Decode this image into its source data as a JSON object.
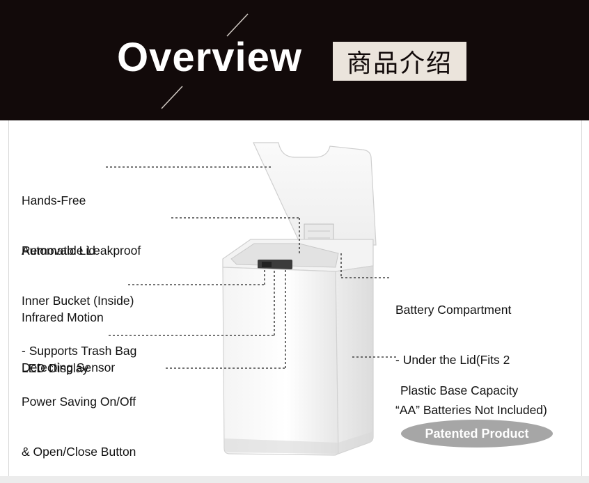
{
  "header": {
    "title": "Overview",
    "subtitle_cn": "商品介绍",
    "background_color": "#120a0a",
    "badge_background": "#ebe4dc"
  },
  "callouts_left": [
    {
      "id": "lid",
      "lines": [
        "Hands-Free",
        "Automatic Lid"
      ]
    },
    {
      "id": "bucket",
      "lines": [
        "Removable Leakproof",
        "Inner Bucket (Inside)",
        "- Supports Trash Bag"
      ]
    },
    {
      "id": "sensor",
      "lines": [
        "Infrared Motion",
        "Detecting Sensor"
      ]
    },
    {
      "id": "led",
      "lines": [
        "LED Display"
      ]
    },
    {
      "id": "power",
      "lines": [
        "Power Saving On/Off",
        "& Open/Close Button"
      ]
    }
  ],
  "callouts_right": [
    {
      "id": "battery",
      "lines": [
        "Battery Compartment",
        "- Under the Lid(Fits 2",
        "“AA” Batteries Not Included)"
      ]
    },
    {
      "id": "base",
      "lines": [
        "Plastic Base Capacity"
      ]
    }
  ],
  "badge": {
    "label": "Patented Product",
    "color": "#a6a6a6"
  }
}
